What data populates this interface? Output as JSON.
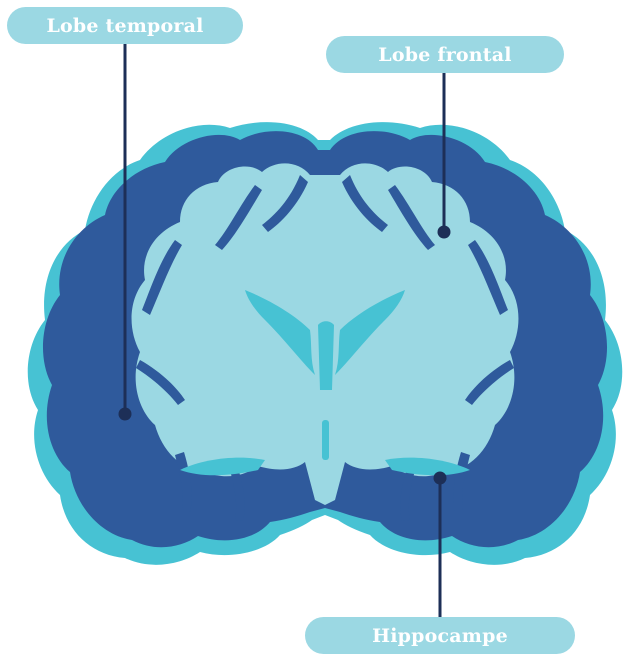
{
  "labels": {
    "temporal": "Lobe temporal",
    "frontal": "Lobe frontal",
    "hippocampus": "Hippocampe"
  },
  "colors": {
    "pill": "#9bd8e3",
    "cortex_dark": "#2f5a9c",
    "cortex_mid": "#47c2d3",
    "white_matter": "#9bd8e3",
    "ventricle": "#47c2d3",
    "leader_line": "#1d2f57",
    "background": "#ffffff"
  }
}
